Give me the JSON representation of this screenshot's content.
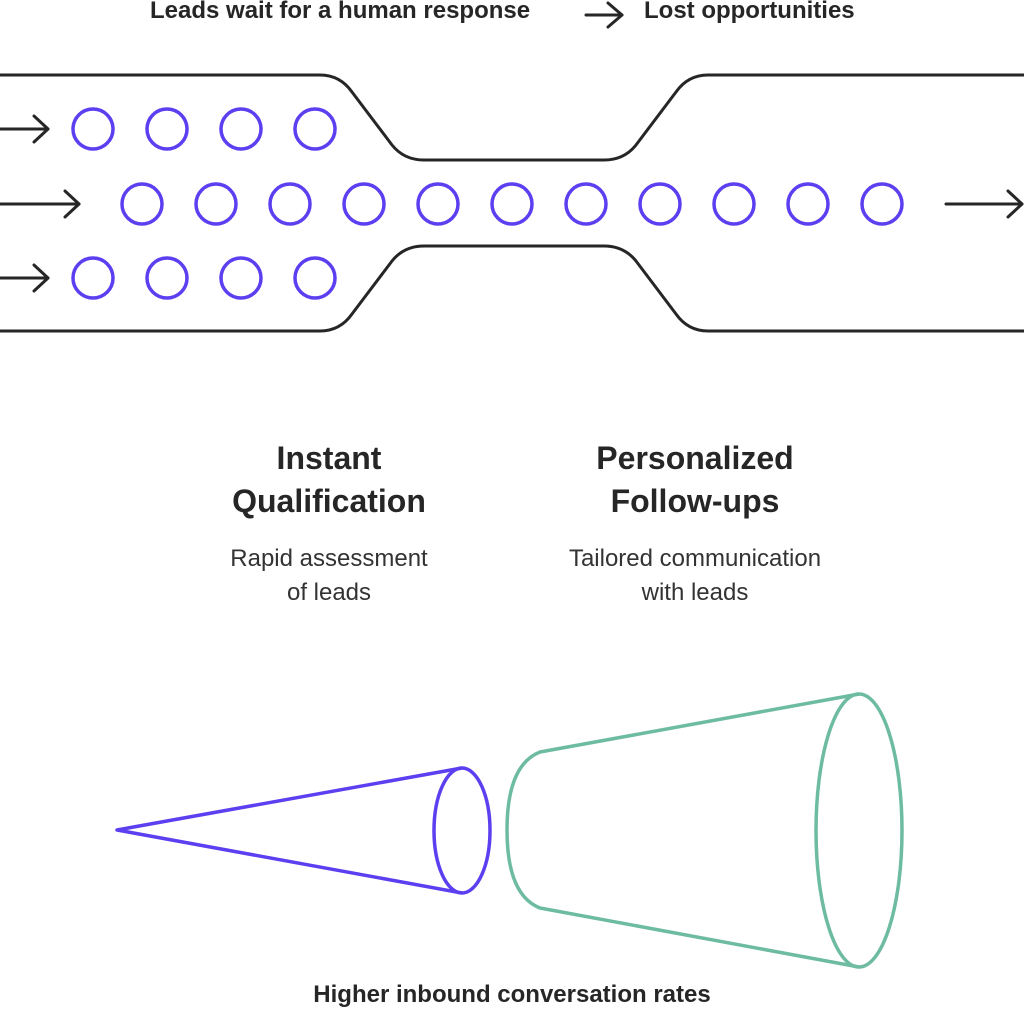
{
  "top_caption": {
    "left": "Leads wait for a human response",
    "right": "Lost opportunities"
  },
  "sections": [
    {
      "title_line1": "Instant",
      "title_line2": "Qualification",
      "desc_line1": "Rapid assessment",
      "desc_line2": "of leads"
    },
    {
      "title_line1": "Personalized",
      "title_line2": "Follow-ups",
      "desc_line1": "Tailored communication",
      "desc_line2": "with leads"
    }
  ],
  "bottom_caption": "Higher inbound conversation rates",
  "colors": {
    "lead_circle": "#5b3ff0",
    "pipe_outline": "#262626",
    "narrow_cone": "#5b3ff0",
    "wide_cone": "#6dbba0"
  },
  "icons": [
    "arrow-right-icon"
  ]
}
